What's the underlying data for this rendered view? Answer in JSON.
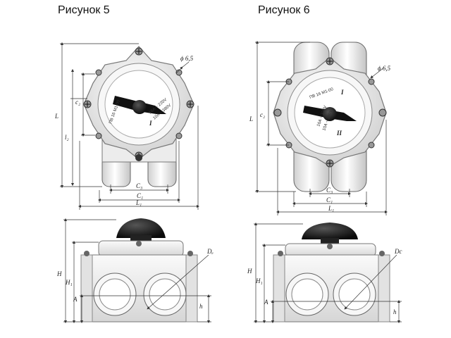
{
  "figures": [
    {
      "id": "fig5",
      "title": "Рисунок 5",
      "top_view": {
        "hole_label": "ϕ 6,5",
        "roman_mark": "I",
        "rating_line1": "16A ~ 220V",
        "rating_line2": "10A ~ 380V",
        "model_text": "ПВ 16 М1-00",
        "dimensions": {
          "L": "L",
          "l2": "l₂",
          "c2": "c₂",
          "C3": "C₃",
          "C1": "C₁",
          "L1": "L₁"
        }
      },
      "side_view": {
        "dimensions": {
          "H": "H",
          "H1": "H₁",
          "A": "A",
          "h": "h",
          "De": "Dₑ"
        }
      }
    },
    {
      "id": "fig6",
      "title": "Рисунок 6",
      "top_view": {
        "hole_label": "ϕ 6,5",
        "roman_mark_top": "I",
        "roman_mark_bottom": "II",
        "rating_line1": "16A ~ 220V",
        "rating_line2": "10A ~ 380V",
        "model_text": "ПВ 16 М1-00",
        "dimensions": {
          "L": "L",
          "c2": "c₂",
          "C3": "C₃",
          "C1": "C₁",
          "L1": "L₁"
        }
      },
      "side_view": {
        "dimensions": {
          "H": "H",
          "H1": "H₁",
          "A": "A",
          "h": "h",
          "De": "Dc"
        }
      }
    }
  ],
  "colors": {
    "housing": "#e9e9e9",
    "outline": "#555555",
    "handle": "#111111",
    "dimension_line": "#333333"
  }
}
